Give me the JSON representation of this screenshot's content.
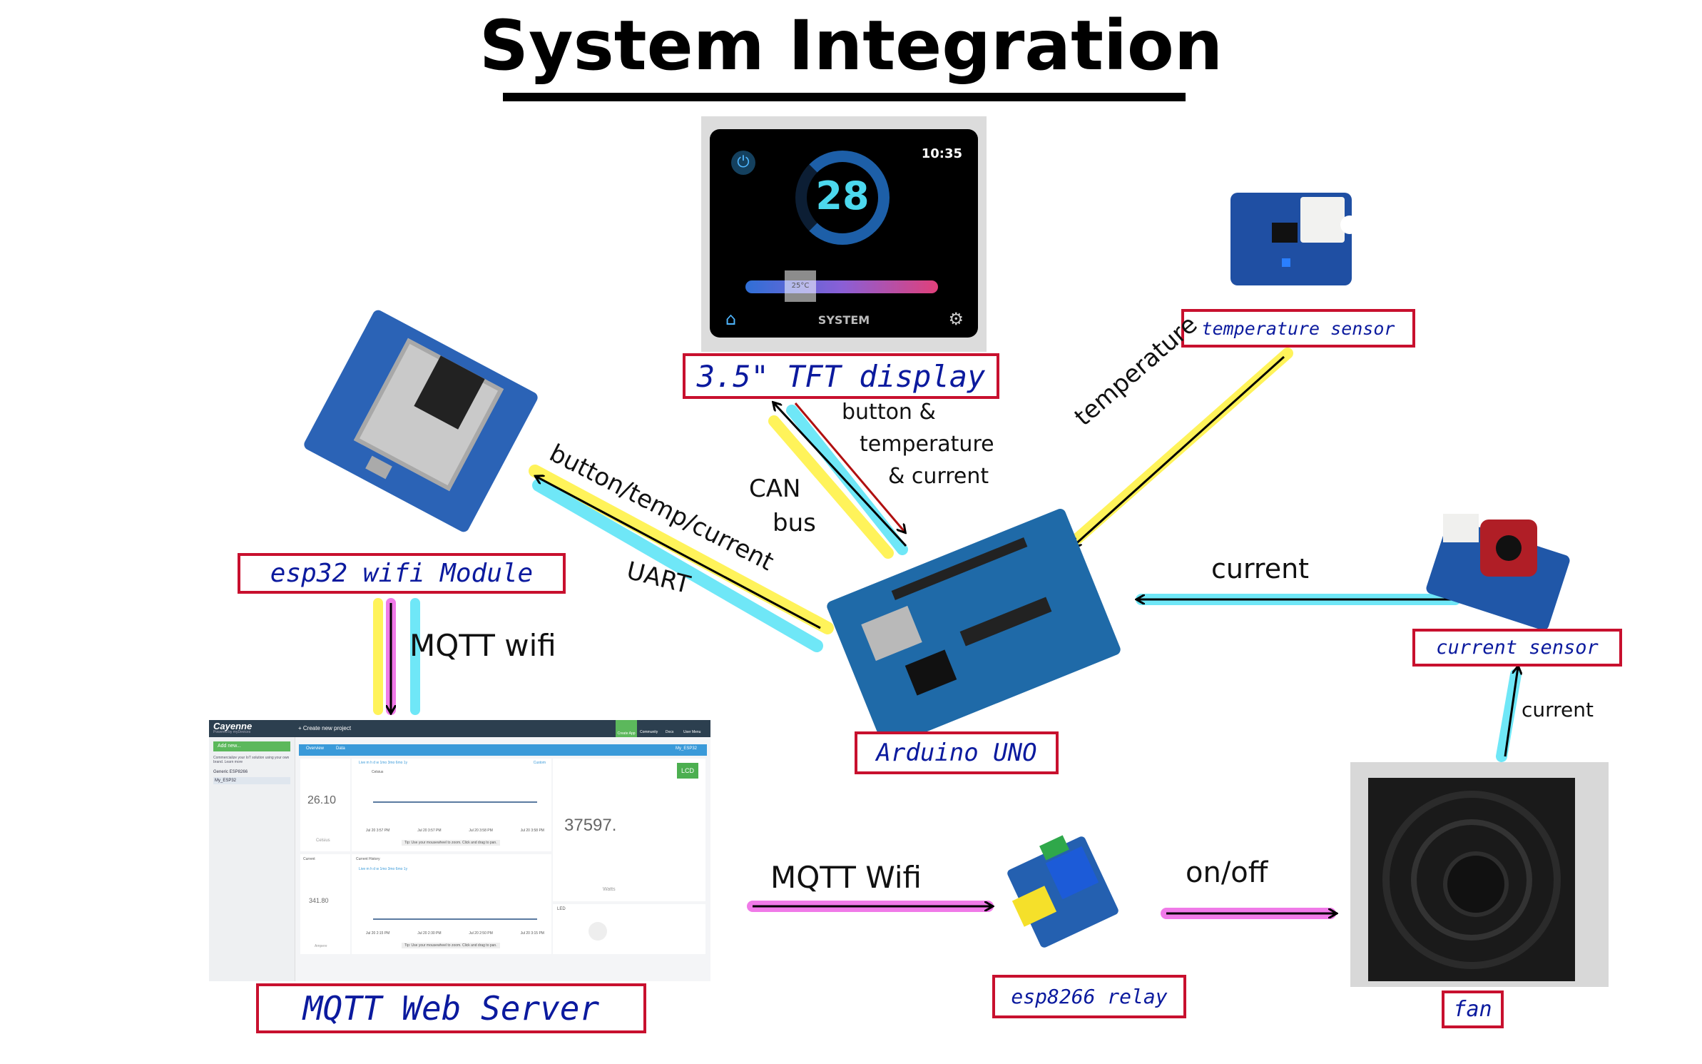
{
  "title": "System Integration",
  "labels": {
    "tft": "3.5\" TFT display",
    "temp_sensor": "temperature sensor",
    "esp32": "esp32 wifi Module",
    "arduino": "Arduino UNO",
    "current_sensor": "current sensor",
    "mqtt_server": "MQTT Web Server",
    "relay": "esp8266 relay",
    "fan": "fan"
  },
  "edges": {
    "tft_arduino_1": "CAN",
    "tft_arduino_2": "bus",
    "arduino_tft_1": "button &",
    "arduino_tft_2": "temperature",
    "arduino_tft_3": "& current",
    "temp": "temperature",
    "esp32_arduino": "button/temp/current",
    "uart": "UART",
    "current_in": "current",
    "current_up": "current",
    "mqtt_wifi": "MQTT wifi",
    "mqtt_wifi2": "MQTT Wifi",
    "onoff": "on/off"
  },
  "tft_screen": {
    "time": "10:35",
    "value": "28",
    "system": "SYSTEM",
    "slider": "25°C"
  },
  "cayenne": {
    "brand": "Cayenne",
    "tagline": "Powered by myDevices",
    "create": "+ Create new project",
    "add_new": "Add new...",
    "commercialize": "Commercialize your IoT solution using your own brand. Learn more",
    "device1": "Generic ESP8266",
    "device2": "My_ESP32",
    "tab_overview": "Overview",
    "tab_data": "Data",
    "device_name": "My_ESP32",
    "temp_value": "26.10",
    "temp_label": "Celsius",
    "chart_title": "Celsius",
    "current_value": "341.80",
    "current_label": "Current",
    "current_history": "Current History",
    "unit_amps": "Ampere",
    "big_value": "37597.",
    "watts": "Watts",
    "led": "LED",
    "lcd": "LCD",
    "tip": "Tip: Use your mousewheel to zoom. Click and drag to pan.",
    "ranges": "Live  m  h  d  w  1mo  3mo  6mo  1y",
    "custom": "Custom",
    "dates": [
      "Jul 20 3:57 PM",
      "Jul 20 3:57 PM",
      "Jul 20 3:58 PM",
      "Jul 20 3:58 PM"
    ],
    "dates2": [
      "Jul 20 2:15 PM",
      "Jul 20 2:30 PM",
      "Jul 20 2:50 PM",
      "Jul 20 3:15 PM"
    ],
    "header_icons": [
      "Create App",
      "Community",
      "Docs",
      "User Menu"
    ]
  },
  "colors": {
    "label_border": "#c8102e",
    "label_text": "#0b1a9e",
    "yellow": "#fff35a",
    "cyan": "#6fe7f7",
    "magenta": "#f07ae8"
  }
}
